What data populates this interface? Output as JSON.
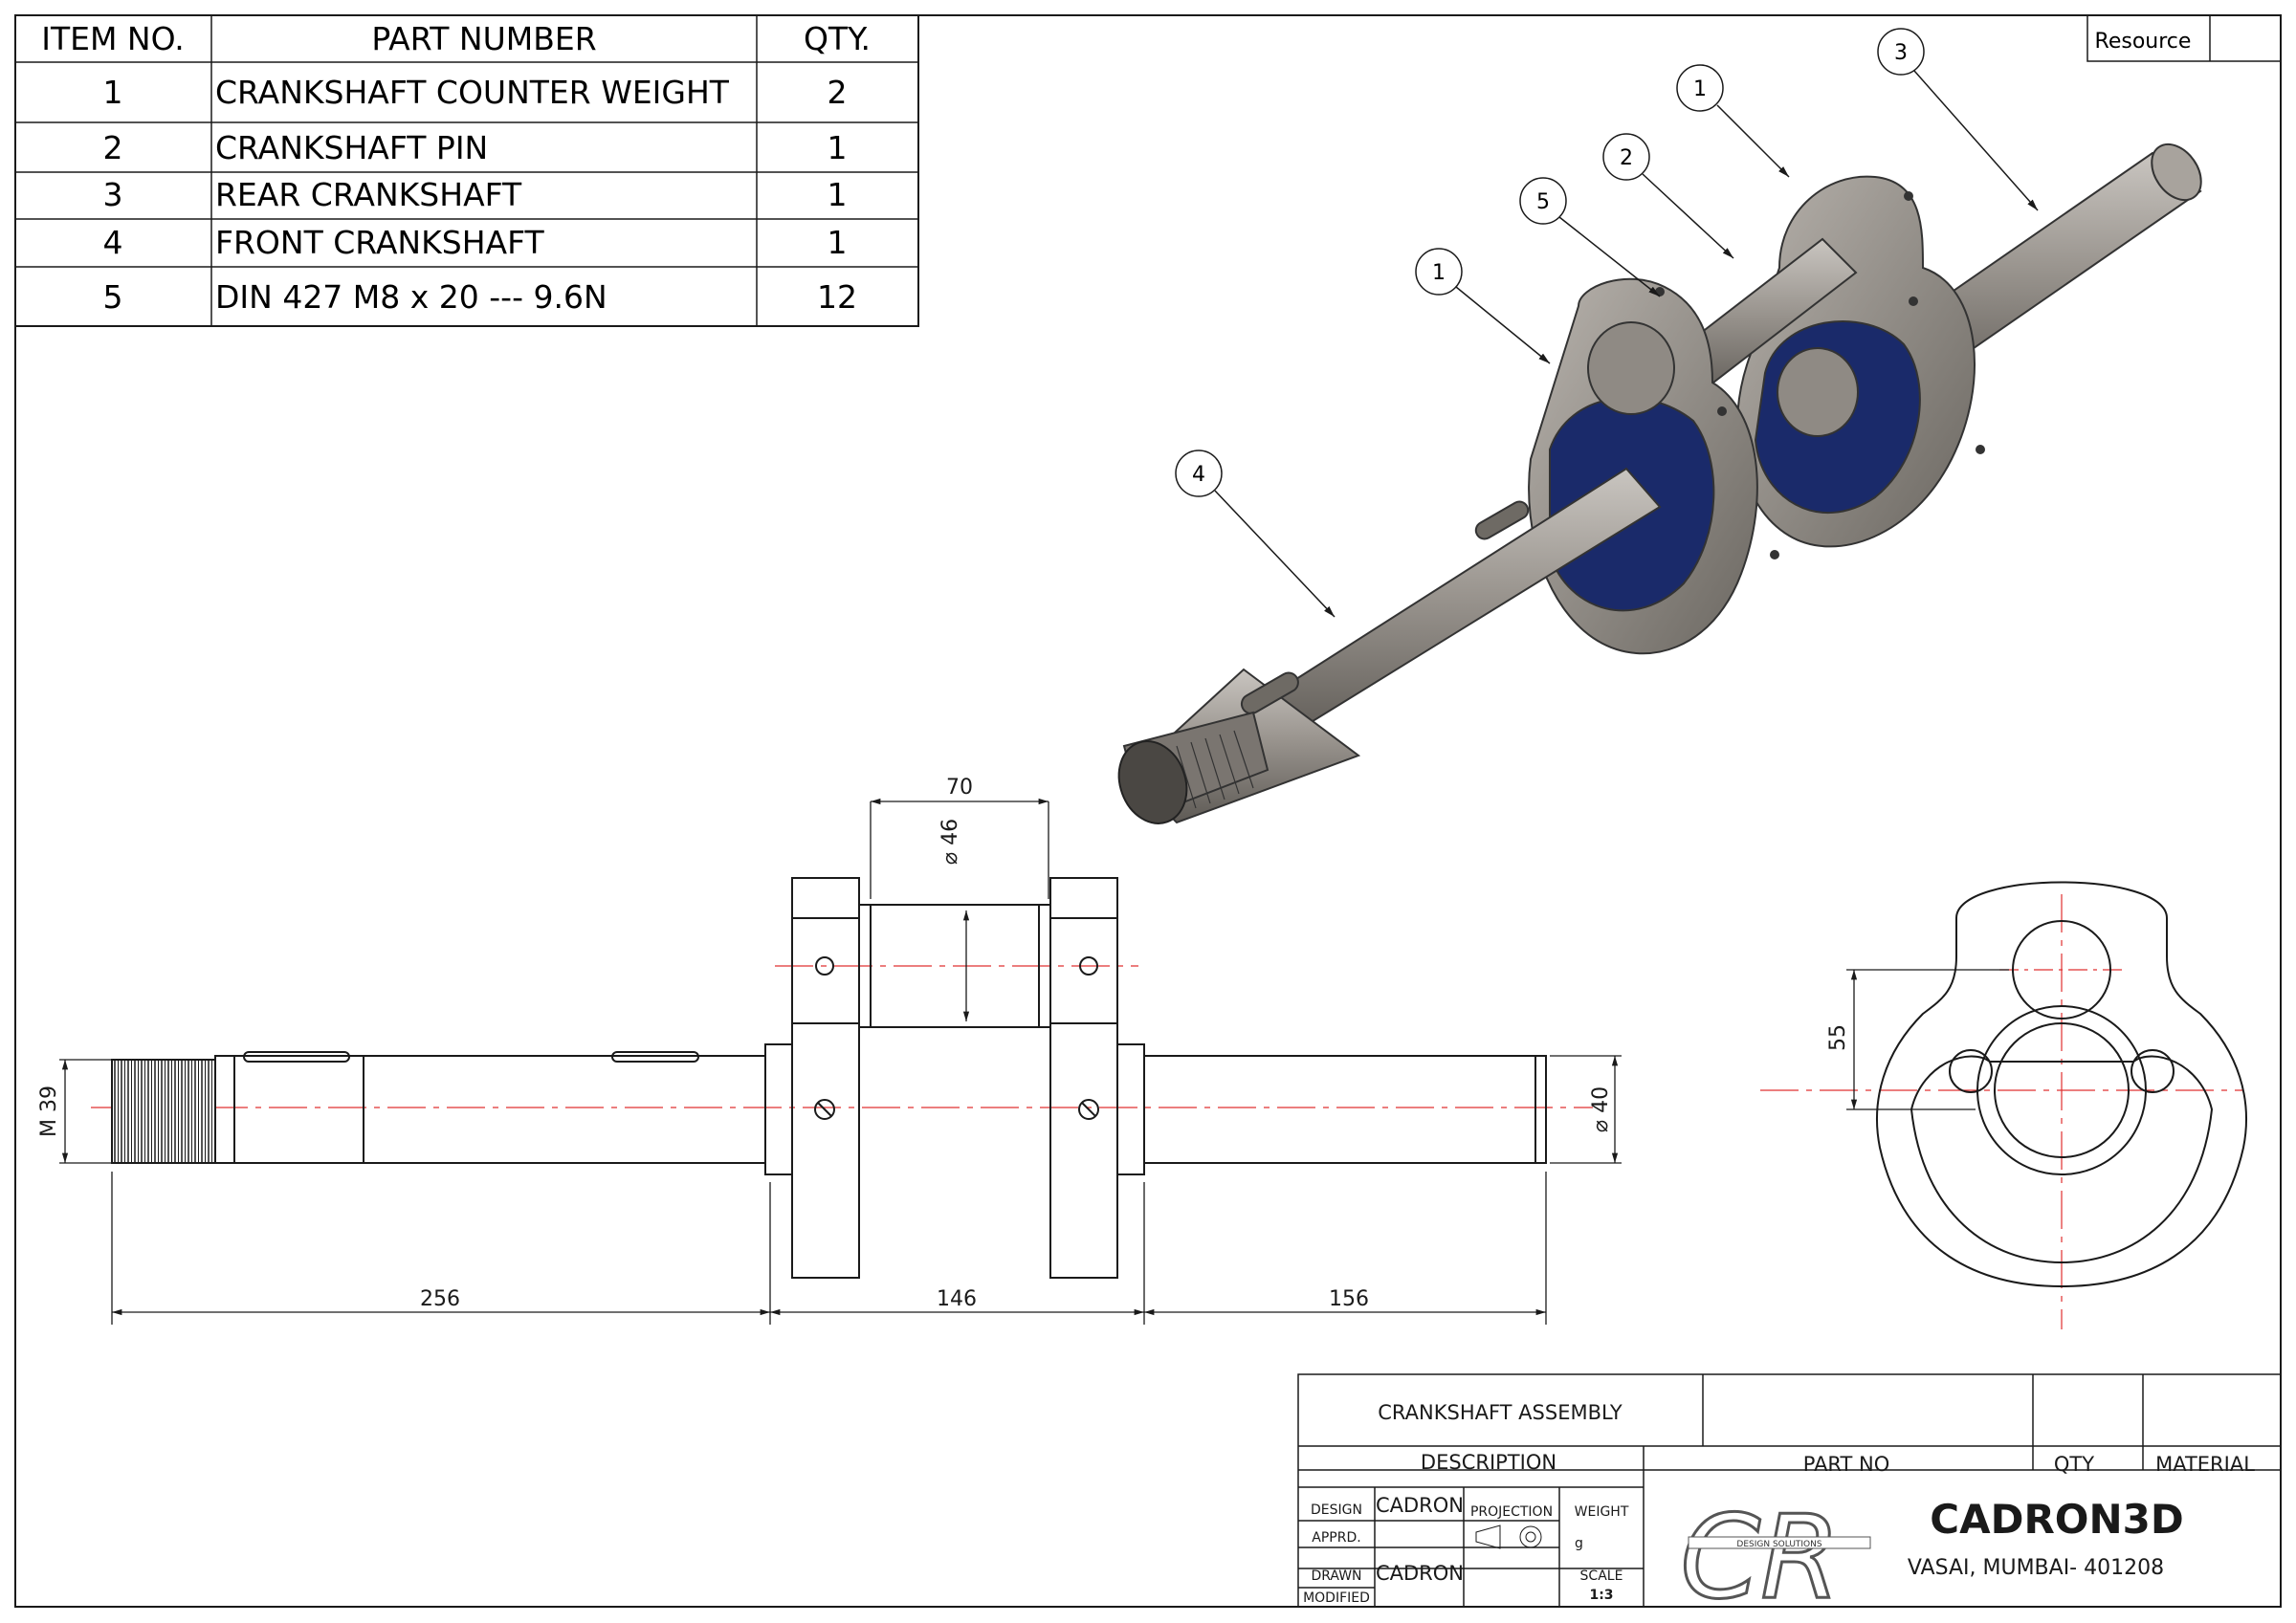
{
  "bom": {
    "headers": {
      "item": "ITEM NO.",
      "part": "PART NUMBER",
      "qty": "QTY."
    },
    "rows": [
      {
        "item": "1",
        "part": "CRANKSHAFT COUNTER WEIGHT",
        "qty": "2"
      },
      {
        "item": "2",
        "part": "CRANKSHAFT PIN",
        "qty": "1"
      },
      {
        "item": "3",
        "part": "REAR CRANKSHAFT",
        "qty": "1"
      },
      {
        "item": "4",
        "part": "FRONT CRANKSHAFT",
        "qty": "1"
      },
      {
        "item": "5",
        "part": "DIN 427 M8 x 20 --- 9.6N",
        "qty": "12"
      }
    ]
  },
  "resource_label": "Resource",
  "balloons": {
    "b3": "3",
    "b1a": "1",
    "b2": "2",
    "b5": "5",
    "b1b": "1",
    "b4": "4"
  },
  "dimensions": {
    "d70": "70",
    "d46": "⌀ 46",
    "m39": "M 39",
    "d40": "⌀ 40",
    "d256": "256",
    "d146": "146",
    "d156": "156",
    "d55": "55"
  },
  "title_block": {
    "title": "CRANKSHAFT ASSEMBLY",
    "description": "DESCRIPTION",
    "part_no": "PART NO",
    "qty": "QTY",
    "material": "MATERIAL",
    "design_label": "DESIGN",
    "design_value": "CADRON",
    "apprd_label": "APPRD.",
    "drawn_label": "DRAWN",
    "drawn_value": "CADRON",
    "modified_label": "MODIFIED",
    "projection_label": "PROJECTION",
    "weight_label": "WEIGHT",
    "weight_value": "g",
    "scale_label": "SCALE",
    "scale_value": "1:3",
    "logo_letters": "CR",
    "logo_sub": "DESIGN SOLUTIONS",
    "company": "CADRON3D",
    "address": "VASAI, MUMBAI- 401208"
  },
  "colors": {
    "line": "#1a1a1a",
    "center": "#e03030",
    "navy": "#1a2a6a",
    "steel": "#8a8580"
  }
}
